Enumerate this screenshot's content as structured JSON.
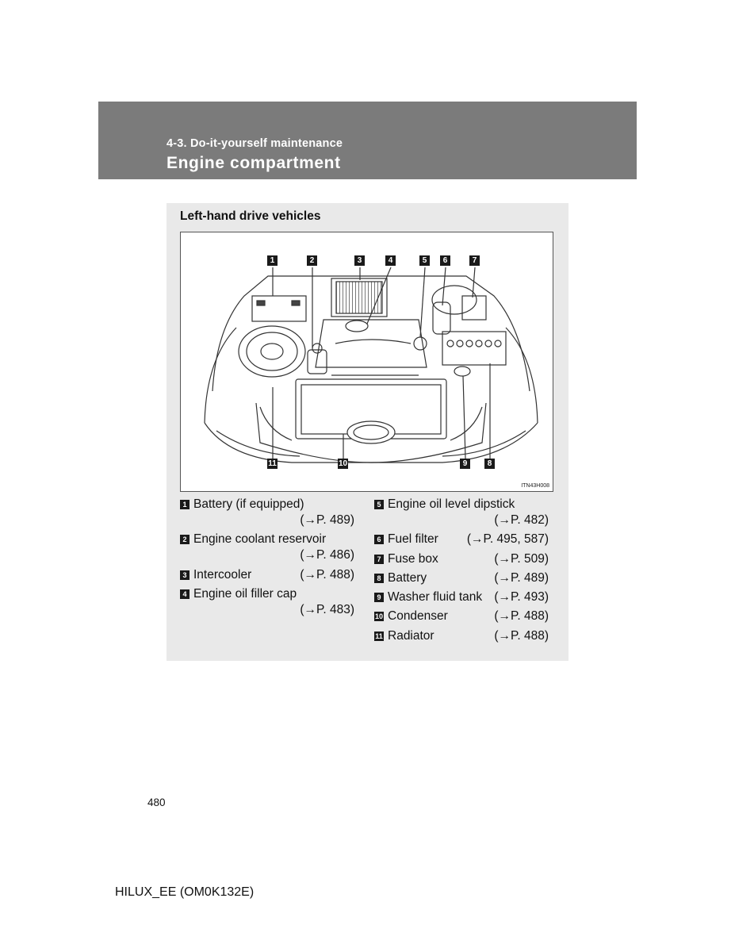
{
  "header": {
    "section": "4-3. Do-it-yourself maintenance",
    "title": "Engine compartment"
  },
  "box": {
    "heading": "Left-hand drive vehicles",
    "figure_code": "ITN43H008",
    "callouts": [
      "1",
      "2",
      "3",
      "4",
      "5",
      "6",
      "7",
      "8",
      "9",
      "10",
      "11"
    ]
  },
  "legend": {
    "left": [
      {
        "num": "1",
        "label": "Battery (if equipped)",
        "ref": "(→P. 489)"
      },
      {
        "num": "2",
        "label": "Engine coolant reservoir",
        "ref": "(→P. 486)"
      },
      {
        "num": "3",
        "label": "Intercooler",
        "ref": "(→P. 488)"
      },
      {
        "num": "4",
        "label": "Engine oil filler cap",
        "ref": "(→P. 483)"
      }
    ],
    "right": [
      {
        "num": "5",
        "label": "Engine oil level dipstick",
        "ref": "(→P. 482)"
      },
      {
        "num": "6",
        "label": "Fuel filter",
        "ref": "(→P. 495, 587)"
      },
      {
        "num": "7",
        "label": "Fuse box",
        "ref": "(→P. 509)"
      },
      {
        "num": "8",
        "label": "Battery",
        "ref": "(→P. 489)"
      },
      {
        "num": "9",
        "label": "Washer fluid tank",
        "ref": "(→P. 493)"
      },
      {
        "num": "10",
        "label": "Condenser",
        "ref": "(→P. 488)"
      },
      {
        "num": "11",
        "label": "Radiator",
        "ref": "(→P. 488)"
      }
    ]
  },
  "footer": {
    "page_number": "480",
    "doc_code": "HILUX_EE (OM0K132E)"
  }
}
